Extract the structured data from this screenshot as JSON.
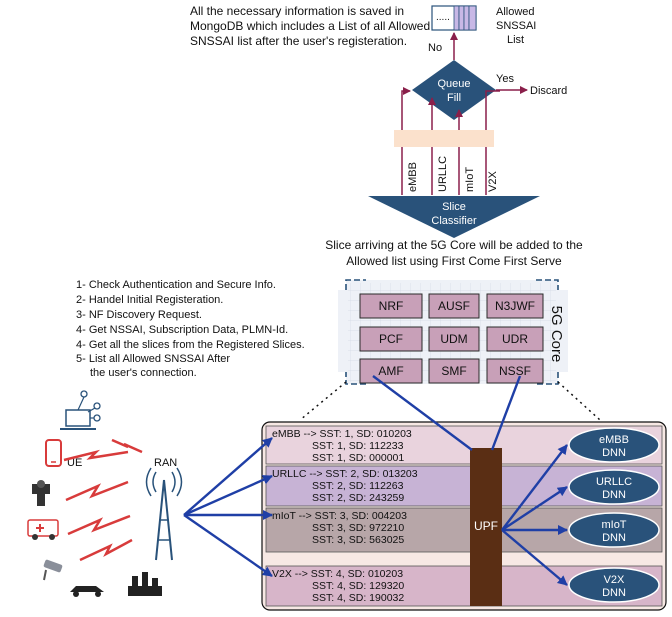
{
  "top_note": [
    "All the necessary information is saved in",
    "MongoDB which includes a List of all Allowed",
    "SNSSAI list after the user's registeration."
  ],
  "allowed_list_label": [
    "Allowed",
    "SNSSAI",
    "List"
  ],
  "queue_dots": ".....",
  "queue_label": [
    "Queue",
    "Fill"
  ],
  "yes_label": "Yes",
  "no_label": "No",
  "discard_label": "Discard",
  "slice_inputs": [
    "eMBB",
    "URLLC",
    "mIoT",
    "V2X"
  ],
  "classifier_label": [
    "Slice",
    "Classifier"
  ],
  "core_caption": [
    "Slice arriving at the 5G Core will be added to the",
    "Allowed list using First Come First Serve"
  ],
  "steps": [
    "1- Check Authentication and Secure Info.",
    "2- Handel Initial Registeration.",
    "3- NF Discovery Request.",
    "4- Get NSSAI, Subscription Data, PLMN-Id.",
    "4- Get all the slices from the Registered Slices.",
    "5- List all Allowed SNSSAI After",
    "the user's connection."
  ],
  "core_title": "5G Core",
  "core_nfs": [
    "NRF",
    "AUSF",
    "N3JWF",
    "PCF",
    "UDM",
    "UDR",
    "AMF",
    "SMF",
    "NSSF"
  ],
  "ue_label": "UE",
  "ran_label": "RAN",
  "upf_label": "UPF",
  "slices": [
    {
      "lines": [
        "eMBB --> SST: 1, SD: 010203",
        "SST: 1, SD: 112233",
        "SST: 1, SD: 000001"
      ],
      "color": "#e9d3dd"
    },
    {
      "lines": [
        "URLLC -->  SST: 2, SD: 013203",
        "SST: 2, SD: 112263",
        "SST: 2, SD: 243259"
      ],
      "color": "#c7b3d5"
    },
    {
      "lines": [
        "mIoT --> SST: 3, SD: 004203",
        "SST: 3, SD: 972210",
        "SST: 3, SD: 563025"
      ],
      "color": "#b7a6a8"
    },
    {
      "lines": [
        "V2X --> SST: 4, SD: 010203",
        "SST: 4, SD: 129320",
        "SST: 4, SD: 190032"
      ],
      "color": "#d7b5c9"
    }
  ],
  "dnns": [
    [
      "eMBB",
      "DNN"
    ],
    [
      "URLLC",
      "DNN"
    ],
    [
      "mIoT",
      "DNN"
    ],
    [
      "V2X",
      "DNN"
    ]
  ],
  "colors": {
    "accent": "#29527a",
    "arrow_blue": "#1f3fa6",
    "maroon": "#8a1f4a",
    "upf": "#5a2e14",
    "nf_fill": "#c8a0b8",
    "band": "#fbe1cc"
  }
}
